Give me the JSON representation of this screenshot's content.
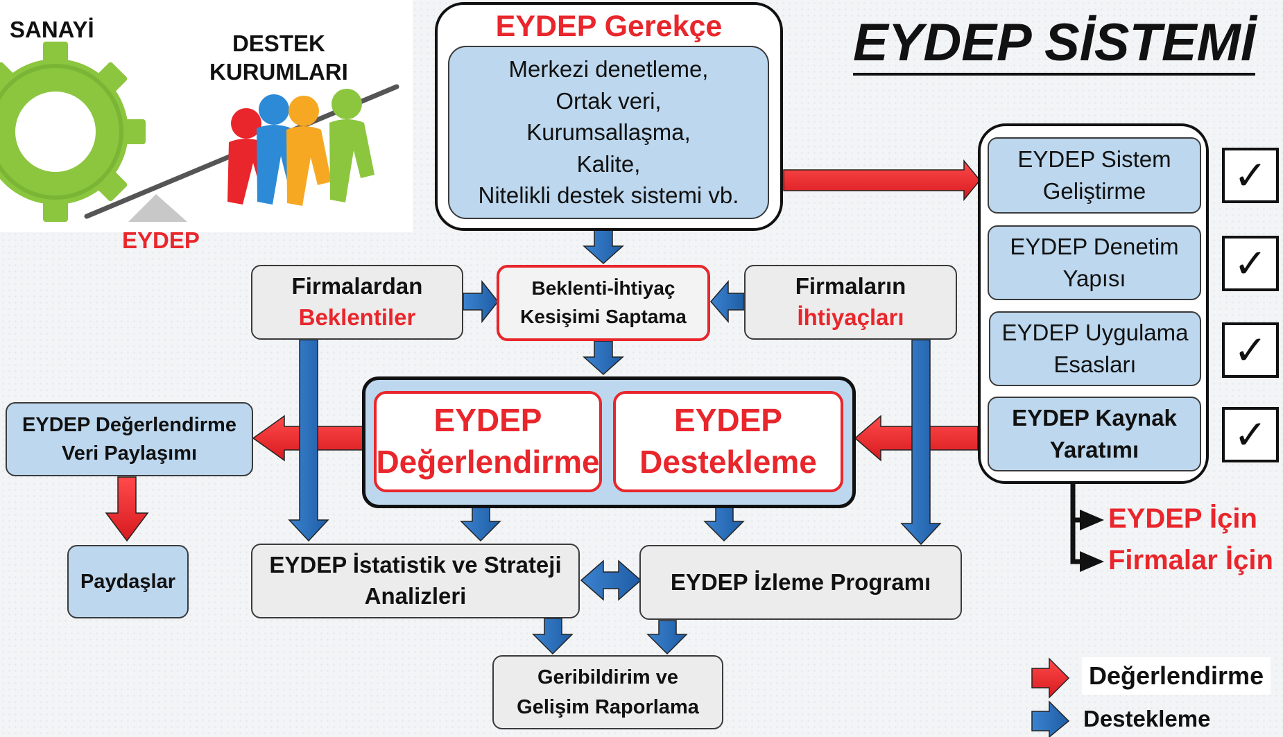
{
  "title": "EYDEP SİSTEMİ",
  "logo": {
    "industry_label": "SANAYİ",
    "support_label_line1": "DESTEK",
    "support_label_line2": "KURUMLARI",
    "eydep_label": "EYDEP"
  },
  "gerekce": {
    "title": "EYDEP Gerekçe",
    "lines": [
      "Merkezi denetleme,",
      "Ortak veri,",
      "Kurumsallaşma,",
      "Kalite,",
      "Nitelikli destek sistemi vb."
    ]
  },
  "beklentiler": {
    "line1": "Firmalardan",
    "line2": "Beklentiler"
  },
  "kesisim": {
    "line1": "Beklenti-İhtiyaç",
    "line2": "Kesişimi Saptama"
  },
  "ihtiyaclar": {
    "line1": "Firmaların",
    "line2": "İhtiyaçları"
  },
  "center": {
    "left": {
      "line1": "EYDEP",
      "line2": "Değerlendirme"
    },
    "right": {
      "line1": "EYDEP",
      "line2": "Destekleme"
    }
  },
  "veri_paylasimi": {
    "line1": "EYDEP Değerlendirme",
    "line2": "Veri Paylaşımı"
  },
  "paydaslar": "Paydaşlar",
  "istatistik": {
    "line1": "EYDEP İstatistik ve Strateji",
    "line2": "Analizleri"
  },
  "izleme": "EYDEP İzleme Programı",
  "geribildirim": {
    "line1": "Geribildirim ve",
    "line2": "Gelişim Raporlama"
  },
  "system_steps": [
    {
      "line1": "EYDEP Sistem",
      "line2": "Geliştirme",
      "checked": true
    },
    {
      "line1": "EYDEP Denetim",
      "line2": "Yapısı",
      "checked": true
    },
    {
      "line1": "EYDEP Uygulama",
      "line2": "Esasları",
      "checked": true
    },
    {
      "line1": "EYDEP Kaynak",
      "line2": "Yaratımı",
      "checked": true
    }
  ],
  "checkmark": "✓",
  "kaynak_outputs": [
    "EYDEP İçin",
    "Firmalar İçin"
  ],
  "legend": {
    "evaluation": "Değerlendirme",
    "support": "Destekleme"
  },
  "colors": {
    "evaluation": "#e8262b",
    "support": "#2c6fb7",
    "box_blue": "#bcd7ee",
    "box_grey": "#ececec"
  }
}
